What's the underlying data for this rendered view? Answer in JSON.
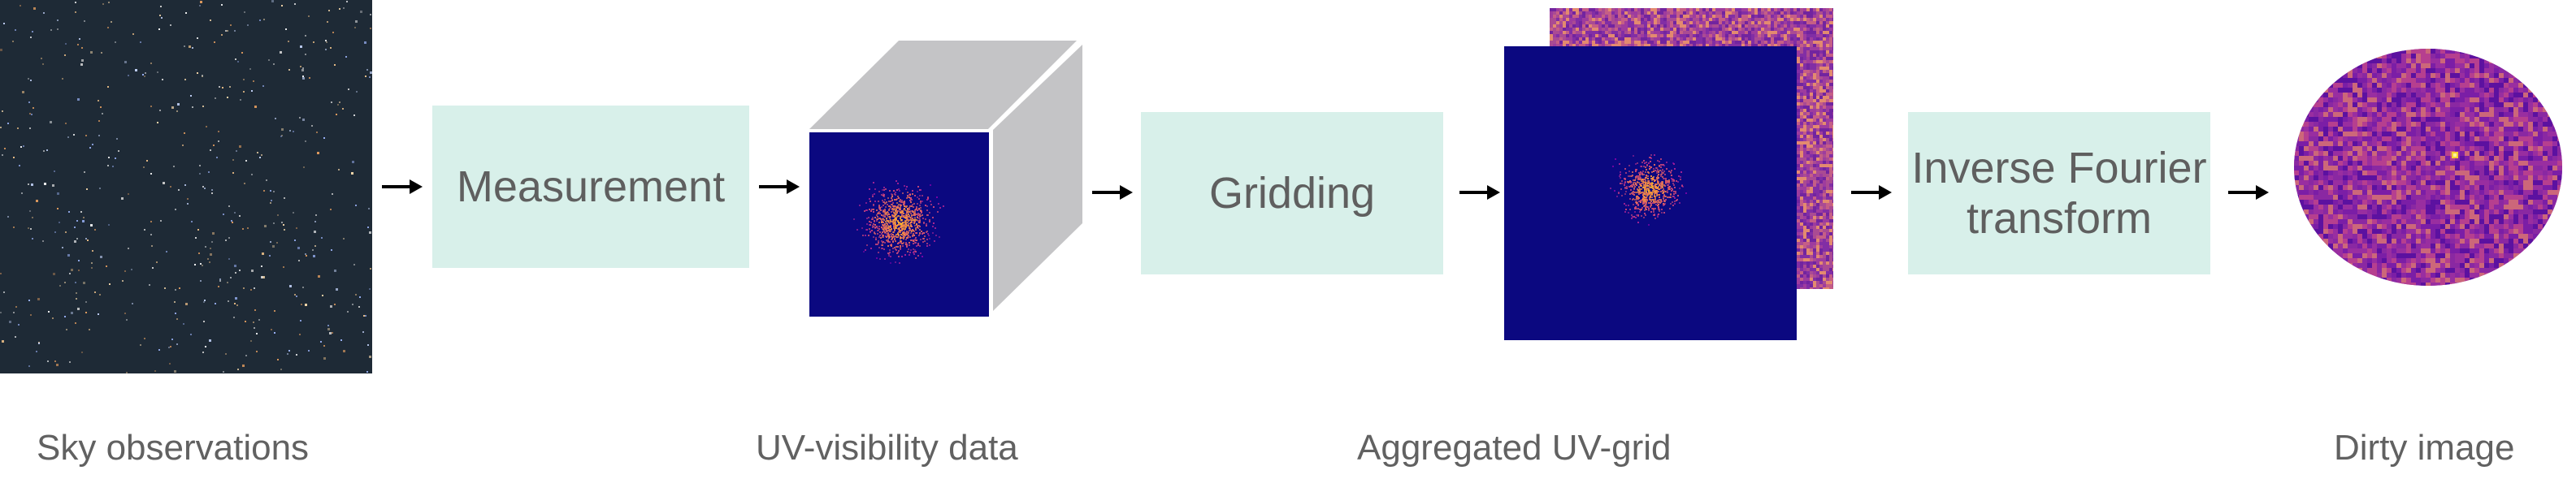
{
  "diagram": {
    "type": "pipeline",
    "direction": "left-to-right",
    "stages": [
      {
        "id": "sky",
        "kind": "image",
        "label": "Sky observations",
        "visual": "star-field photo"
      },
      {
        "id": "measurement",
        "kind": "process",
        "label": "Measurement"
      },
      {
        "id": "uv-visibility",
        "kind": "image",
        "label": "UV-visibility data",
        "visual": "data cube with plasma-colormap UV scatter on front face"
      },
      {
        "id": "gridding",
        "kind": "process",
        "label": "Gridding"
      },
      {
        "id": "uv-grid",
        "kind": "image",
        "label": "Aggregated UV-grid",
        "visual": "stacked grids: dark blue amplitude grid in front, phase-noise grid behind"
      },
      {
        "id": "ift",
        "kind": "process",
        "label": "Inverse Fourier transform"
      },
      {
        "id": "dirty",
        "kind": "image",
        "label": "Dirty image",
        "visual": "circular plasma-colormap noise image with bright point source"
      }
    ],
    "edges": [
      [
        "sky",
        "measurement"
      ],
      [
        "measurement",
        "uv-visibility"
      ],
      [
        "uv-visibility",
        "gridding"
      ],
      [
        "gridding",
        "uv-grid"
      ],
      [
        "uv-grid",
        "ift"
      ],
      [
        "ift",
        "dirty"
      ]
    ]
  },
  "boxes": {
    "measurement": "Measurement",
    "gridding": "Gridding",
    "ift_line1": "Inverse Fourier",
    "ift_line2": "transform"
  },
  "labels": {
    "sky": "Sky observations",
    "uv": "UV-visibility data",
    "grid": "Aggregated UV-grid",
    "dirty": "Dirty image"
  },
  "colors": {
    "process_box": "#d8f0ea",
    "text": "#5f5f5f",
    "cube_gray": "#c4c4c6",
    "uv_background": "#0b0880",
    "arrow": "#000000"
  }
}
